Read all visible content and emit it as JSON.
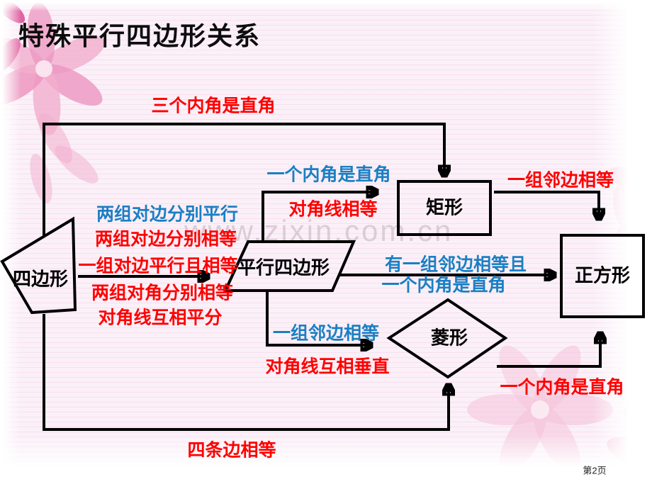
{
  "title": "特殊平行四边形关系",
  "watermark": "www.zixin.com.cn",
  "page_footer": "第2页",
  "colors": {
    "condition_red": "#FF0000",
    "condition_blue": "#1B7FC3",
    "shape_stroke": "#000000",
    "slide_pink": "#FBF0F8",
    "flower_pink": "#F2AECD"
  },
  "nodes": {
    "quadrilateral": {
      "label": "四边形"
    },
    "parallelogram": {
      "label": "平行四边形"
    },
    "rectangle": {
      "label": "矩形"
    },
    "rhombus": {
      "label": "菱形"
    },
    "square": {
      "label": "正方形"
    }
  },
  "edges": {
    "quad_to_rect": {
      "from": "四边形",
      "to": "矩形",
      "label": "三个内角是直角",
      "color": "red"
    },
    "quad_to_para": {
      "from": "四边形",
      "to": "平行四边形",
      "lines": [
        {
          "text": "两组对边分别平行",
          "color": "blue"
        },
        {
          "text": "两组对边分别相等",
          "color": "red"
        },
        {
          "text": "一组对边平行且相等",
          "color": "red"
        },
        {
          "text": "两组对角分别相等",
          "color": "red"
        },
        {
          "text": "对角线互相平分",
          "color": "red"
        }
      ]
    },
    "para_to_rect": {
      "from": "平行四边形",
      "to": "矩形",
      "line1": "一个内角是直角",
      "line1_color": "blue",
      "line2": "对角线相等",
      "line2_color": "red"
    },
    "rect_to_square": {
      "from": "矩形",
      "to": "正方形",
      "label": "一组邻边相等",
      "color": "red"
    },
    "para_to_square": {
      "from": "平行四边形",
      "to": "正方形",
      "line1": "有一组邻边相等且",
      "line2": "一个内角是直角",
      "color": "blue"
    },
    "para_to_rhombus": {
      "from": "平行四边形",
      "to": "菱形",
      "line1": "一组邻边相等",
      "line1_color": "blue",
      "line2": "对角线互相垂直",
      "line2_color": "red"
    },
    "rhombus_to_square": {
      "from": "菱形",
      "to": "正方形",
      "label": "一个内角是直角",
      "color": "red"
    },
    "quad_to_rhombus": {
      "from": "四边形",
      "to": "菱形",
      "label": "四条边相等",
      "color": "red"
    }
  }
}
